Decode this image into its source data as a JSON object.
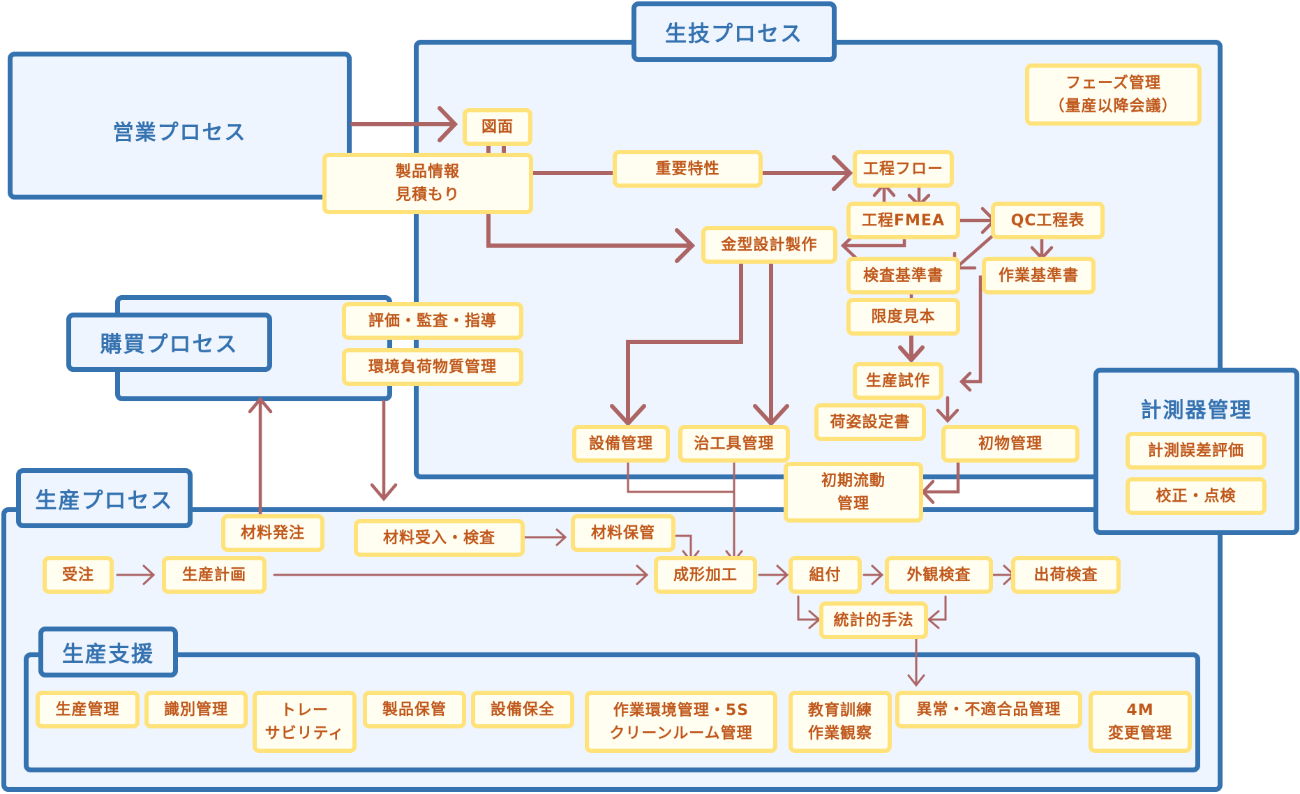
{
  "regions": {
    "sales": "営業プロセス",
    "engineering": "生技プロセス",
    "purchasing": "購買プロセス",
    "production": "生産プロセス",
    "production_support": "生産支援",
    "measuring": "計測器管理"
  },
  "nodes": {
    "drawing": "図面",
    "product_info": "製品情報\n見積もり",
    "key_characteristics": "重要特性",
    "process_flow": "工程フロー",
    "process_fmea": "工程FMEA",
    "qc_chart": "QC工程表",
    "mold_design": "金型設計製作",
    "inspection_standard": "検査基準書",
    "work_standard": "作業基準書",
    "limit_sample": "限度見本",
    "trial_production": "生産試作",
    "packing_spec": "荷姿設定書",
    "first_article": "初物管理",
    "equipment_mgmt": "設備管理",
    "jig_tool_mgmt": "治工具管理",
    "initial_flow_mgmt": "初期流動\n管理",
    "phase_mgmt": "フェーズ管理\n（量産以降会議）",
    "evaluation_audit": "評価・監査・指導",
    "env_substance_mgmt": "環境負荷物質管理",
    "material_order": "材料発注",
    "material_receiving": "材料受入・検査",
    "material_storage": "材料保管",
    "order_receipt": "受注",
    "production_plan": "生産計画",
    "molding": "成形加工",
    "assembly": "組付",
    "visual_inspection": "外観検査",
    "shipping_inspection": "出荷検査",
    "statistical_methods": "統計的手法",
    "measurement_error_eval": "計測誤差評価",
    "calibration_check": "校正・点検",
    "production_mgmt": "生産管理",
    "identification_mgmt": "識別管理",
    "traceability": "トレー\nサビリティ",
    "product_storage": "製品保管",
    "equipment_maintenance": "設備保全",
    "work_env_mgmt": "作業環境管理・5S\nクリーンルーム管理",
    "education_training": "教育訓練\n作業観察",
    "nonconforming_mgmt": "異常・不適合品管理",
    "change_4m": "4M\n変更管理"
  },
  "colors": {
    "region_border": "#3572b0",
    "region_fill": "#eef5fe",
    "node_border": "#ffe27a",
    "node_fill": "#fffef0",
    "node_text": "#c0581c",
    "arrow": "#ac6464"
  }
}
